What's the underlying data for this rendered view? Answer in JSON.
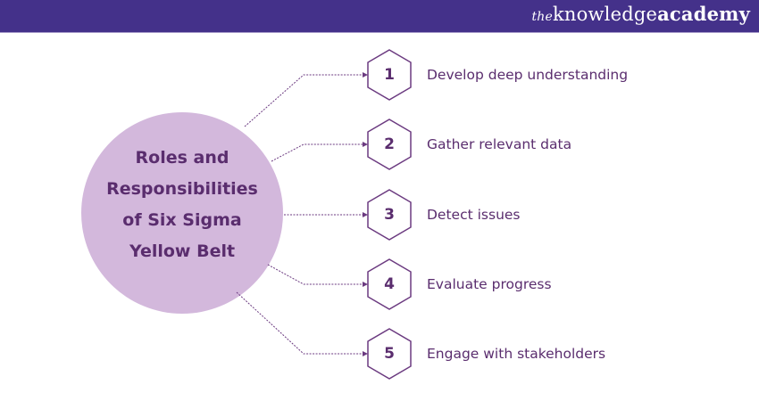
{
  "header": {
    "brand_prefix": "the",
    "brand_main": "knowledge",
    "brand_suffix": "academy",
    "background_color": "#44318a"
  },
  "hub": {
    "lines": [
      "Roles and",
      "Responsibilities",
      "of Six Sigma",
      "Yellow Belt"
    ],
    "fill_color": "#d3b8dc",
    "text_color": "#5a2d6e"
  },
  "items": [
    {
      "number": "1",
      "label": "Develop deep understanding"
    },
    {
      "number": "2",
      "label": "Gather relevant data"
    },
    {
      "number": "3",
      "label": "Detect issues"
    },
    {
      "number": "4",
      "label": "Evaluate progress"
    },
    {
      "number": "5",
      "label": "Engage with stakeholders"
    }
  ],
  "colors": {
    "accent": "#5a2d6e",
    "connector": "#6b3a80"
  }
}
